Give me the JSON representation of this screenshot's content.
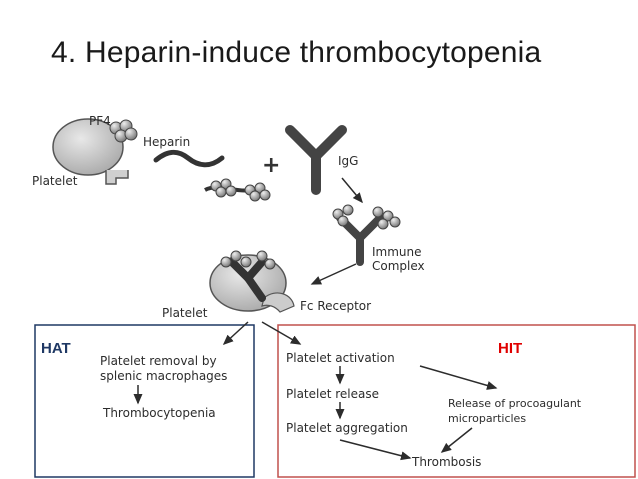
{
  "title": "4. Heparin-induce thrombocytopenia",
  "colors": {
    "hat_box": "#1f3864",
    "hit_box": "#c0504d",
    "hat_label": "#1f3864",
    "hit_label": "#e00000"
  },
  "top": {
    "pf4": "PF4",
    "platelet_top": "Platelet",
    "heparin": "Heparin",
    "plus": "+",
    "igg": "IgG",
    "immune_1": "Immune",
    "immune_2": "Complex",
    "fc_receptor": "Fc Receptor",
    "platelet_mid": "Platelet"
  },
  "hat": {
    "label": "HAT",
    "removal_1": "Platelet removal by",
    "removal_2": "splenic macrophages",
    "thrombocytopenia": "Thrombocytopenia"
  },
  "hit": {
    "label": "HIT",
    "activation": "Platelet activation",
    "release": "Platelet release",
    "aggregation": "Platelet aggregation",
    "procoag_1": "Release of procoagulant",
    "procoag_2": "microparticles",
    "thrombosis": "Thrombosis"
  }
}
